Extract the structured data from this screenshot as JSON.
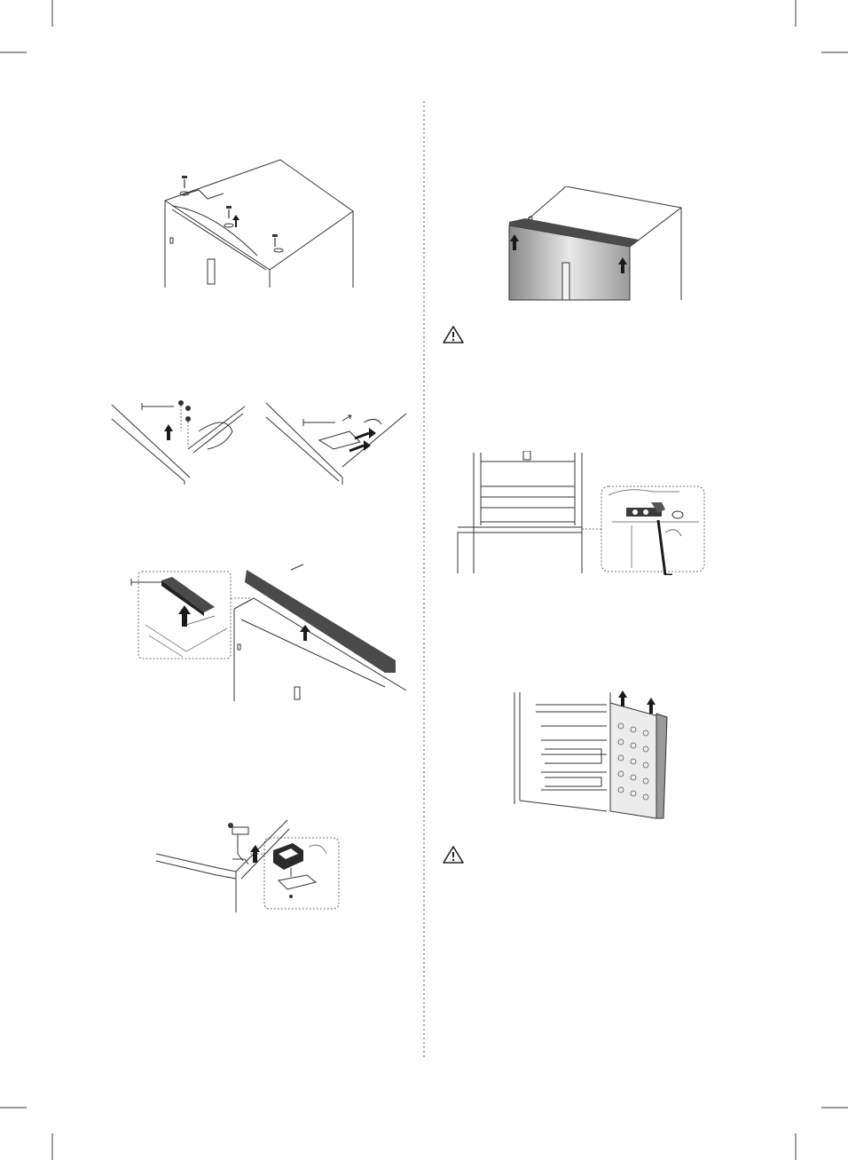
{
  "page": {
    "colors": {
      "line": "#333333",
      "divider": "#555555",
      "door_panel": "#c9c9c9",
      "trim_dark": "#4a4a4a",
      "arrow": "#1a1a1a"
    }
  },
  "figures": [
    {
      "id": "fig-top-cover-screws",
      "icons": [
        "screw-icon",
        "up-arrow-icon"
      ]
    },
    {
      "id": "fig-hinge-screws-wires",
      "icons": [
        "screw-icon",
        "up-arrow-icon",
        "bolt-icon"
      ]
    },
    {
      "id": "fig-top-trim-removal",
      "icons": [
        "up-arrow-icon"
      ]
    },
    {
      "id": "fig-upper-hinge-removal",
      "icons": [
        "hinge-icon",
        "up-arrow-icon"
      ]
    },
    {
      "id": "fig-door-lift",
      "icons": [
        "up-arrow-icon"
      ]
    },
    {
      "id": "fig-warning-1",
      "icons": [
        "warning-icon"
      ]
    },
    {
      "id": "fig-middle-hinge-wrench",
      "icons": [
        "hex-wrench-icon"
      ]
    },
    {
      "id": "fig-freezer-door-lift",
      "icons": [
        "up-arrow-icon"
      ]
    },
    {
      "id": "fig-warning-2",
      "icons": [
        "warning-icon"
      ]
    }
  ]
}
